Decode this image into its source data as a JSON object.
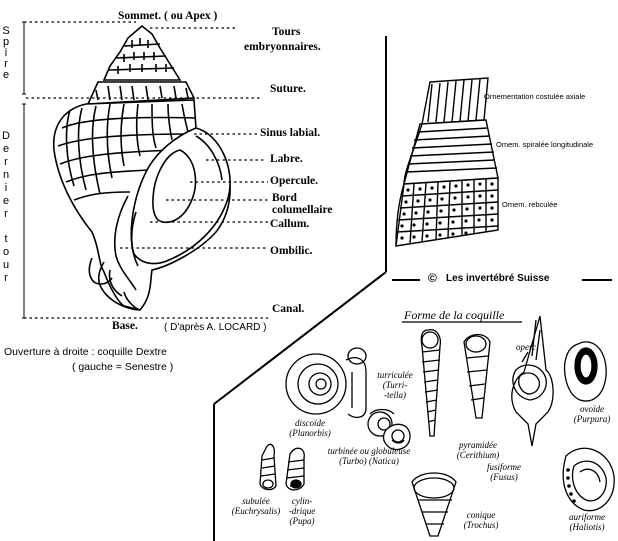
{
  "anatomy": {
    "apex": "Sommet. ( ou Apex )",
    "tours_line1": "Tours",
    "tours_line2": "embryonnaires.",
    "suture": "Suture.",
    "sinus": "Sinus labial.",
    "labre": "Labre.",
    "opercule": "Opercule.",
    "bord_line1": "Bord",
    "bord_line2": "columellaire",
    "callum": "Callum.",
    "ombilic": "Ombilic.",
    "canal": "Canal.",
    "base": "Base.",
    "credit": "( D'après A. LOCARD )",
    "spire_letters": [
      "S",
      "p",
      "i",
      "r",
      "e"
    ],
    "dernier_letters": [
      "D",
      "e",
      "r",
      "n",
      "i",
      "e",
      "r"
    ],
    "tour_letters": [
      "t",
      "o",
      "u",
      "r"
    ]
  },
  "aperture_note": {
    "line1": "Ouverture à droite : coquille Dextre",
    "line2": "( gauche = Senestre )"
  },
  "ornament": {
    "axial": "Ornementation costulée axiale",
    "spiral": "Omem. spiralée longitudinale",
    "reticulate": "Omem. rebculée"
  },
  "copyright": {
    "symbol": "©",
    "text": "Les invertébré Suisse"
  },
  "forms": {
    "title": "Forme de la coquille",
    "operc": "operc.",
    "discoide_1": "discoïde",
    "discoide_2": "(Planorbis)",
    "turriculee_1": "turriculée",
    "turriculee_2": "(Turri-",
    "turriculee_3": "-tella)",
    "pyramidee_1": "pyramidée",
    "pyramidee_2": "(Cerithium)",
    "ovoide_1": "ovoïde",
    "ovoide_2": "(Purpura)",
    "turbinee": "turbinée ou globuleuse",
    "turbinee_2": "(Turbo) (Natica)",
    "fusiforme_1": "fusiforme",
    "fusiforme_2": "(Fusus)",
    "subulee_1": "subulée",
    "subulee_2": "(Euchrysalis)",
    "cylindrique_1": "cylin-",
    "cylindrique_2": "-drique",
    "cylindrique_3": "(Pupa)",
    "conique_1": "conique",
    "conique_2": "(Trochus)",
    "auriforme_1": "auriforme",
    "auriforme_2": "(Haliotis)"
  }
}
